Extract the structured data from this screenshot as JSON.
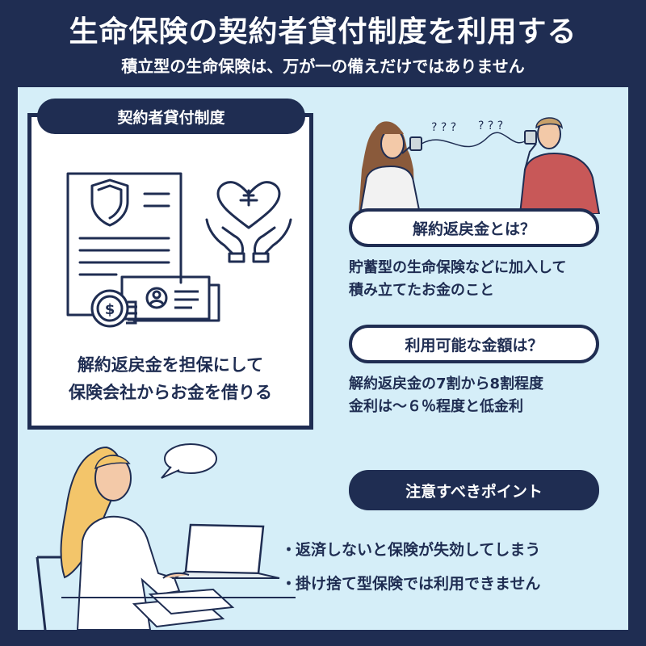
{
  "header": {
    "title": "生命保険の契約者貸付制度を利用する",
    "subtitle": "積立型の生命保険は、万が一の備えだけではありません"
  },
  "card": {
    "label": "契約者貸付制度",
    "line1": "解約返戻金を担保にして",
    "line2": "保険会社からお金を借りる"
  },
  "question1": {
    "label": "解約返戻金とは？",
    "line1": "貯蓄型の生命保険などに加入して",
    "line2": "積み立てたお金のこと"
  },
  "question2": {
    "label": "利用可能な金額は？",
    "line1": "解約返戻金の7割から8割程度",
    "line2": "金利は～６％程度と低金利"
  },
  "caution": {
    "label": "注意すべきポイント",
    "bullet": "・",
    "item1": "返済しないと保険が失効してしまう",
    "item2": "掛け捨て型保険では利用できません"
  },
  "decor_text": {
    "bubble_marks": "? ? ?"
  },
  "colors": {
    "navy": "#1f2d52",
    "panel": "#d5eef8",
    "white": "#ffffff"
  },
  "icons": [
    "document-shield-icon",
    "coin-dollar-icon",
    "banknote-icon",
    "heart-hands-icon",
    "couple-tin-can-phone-illustration",
    "woman-laptop-illustration"
  ]
}
